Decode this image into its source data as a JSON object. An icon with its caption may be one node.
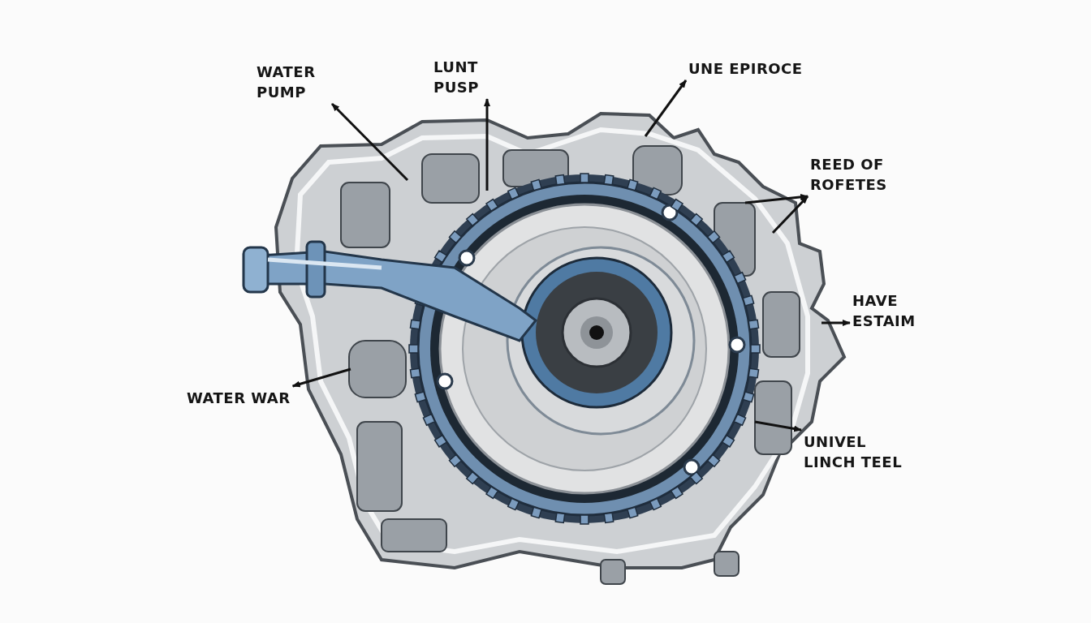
{
  "diagram": {
    "nodes": [
      {
        "text": [
          "WATER PUMP"
        ]
      },
      {
        "text": [
          "LUNT PUSP"
        ]
      },
      {
        "text": [
          "UNE EPIROCE"
        ]
      },
      {
        "text": [
          "REED OF ROFETES"
        ]
      },
      {
        "text": [
          "HAVE ESTAIM"
        ]
      },
      {
        "text": [
          "WATER WAR"
        ]
      },
      {
        "text": [
          "UNIVEL LINCH TEEL"
        ]
      }
    ],
    "edges": [
      {
        "from": null,
        "to": 0,
        "arrow": "to"
      },
      {
        "from": null,
        "to": 1,
        "arrow": "to"
      },
      {
        "from": null,
        "to": 2,
        "arrow": "to"
      },
      {
        "from": null,
        "to": 3,
        "arrow": "to"
      },
      {
        "from": null,
        "to": 3,
        "arrow": "to"
      },
      {
        "from": null,
        "to": 4,
        "arrow": "to"
      },
      {
        "from": null,
        "to": 5,
        "arrow": "to"
      },
      {
        "from": null,
        "to": 6,
        "arrow": "to"
      }
    ]
  }
}
